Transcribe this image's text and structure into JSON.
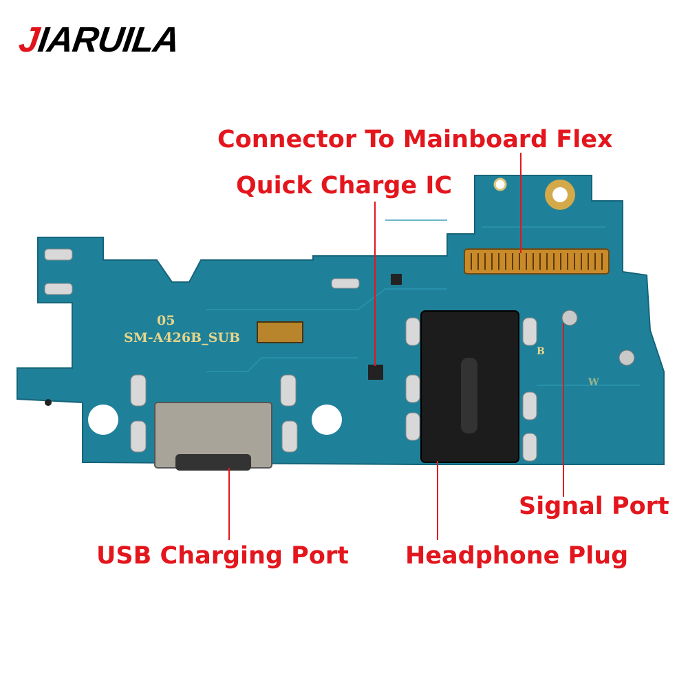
{
  "brand": {
    "logo_first": "J",
    "logo_rest": "IARUILA"
  },
  "board_silkscreen": {
    "revision": "05",
    "model": "SM-A426B_SUB",
    "mark_b": "B",
    "mark_w": "W"
  },
  "labels": {
    "connector": "Connector To Mainboard Flex",
    "quick_charge": "Quick Charge IC",
    "signal_port": "Signal Port",
    "usb_port": "USB Charging Port",
    "headphone": "Headphone Plug"
  },
  "colors": {
    "label": "#e3161d",
    "board": "#1e7f97",
    "logo_accent": "#e0141b"
  }
}
